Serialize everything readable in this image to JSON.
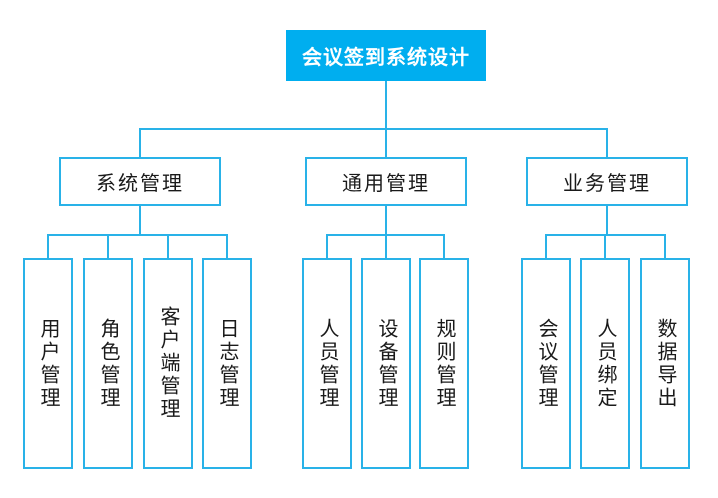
{
  "diagram": {
    "title": "会议签到系统设计",
    "type": "tree-org-chart"
  },
  "colors": {
    "root_fill": "#00aeef",
    "line": "#29b2e8",
    "box_border": "#29b2e8",
    "text": "#1a1a1a",
    "root_text": "#ffffff",
    "background": "#ffffff"
  },
  "root": {
    "label": "会议签到系统设计"
  },
  "groups": [
    {
      "label": "系统管理",
      "children": [
        {
          "label": "用户管理"
        },
        {
          "label": "角色管理"
        },
        {
          "label": "客户端管理"
        },
        {
          "label": "日志管理"
        }
      ]
    },
    {
      "label": "通用管理",
      "children": [
        {
          "label": "人员管理"
        },
        {
          "label": "设备管理"
        },
        {
          "label": "规则管理"
        }
      ]
    },
    {
      "label": "业务管理",
      "children": [
        {
          "label": "会议管理"
        },
        {
          "label": "人员绑定"
        },
        {
          "label": "数据导出"
        }
      ]
    }
  ]
}
